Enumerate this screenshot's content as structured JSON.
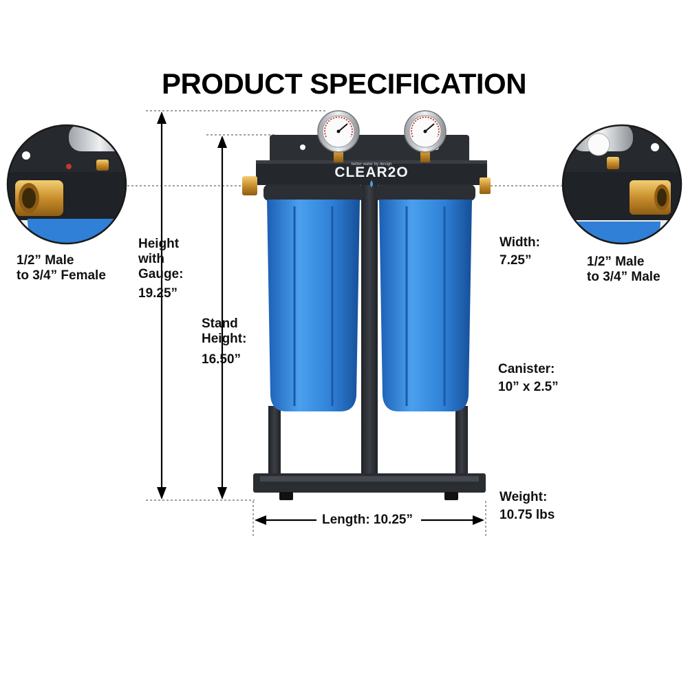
{
  "title": "PRODUCT SPECIFICATION",
  "brand": {
    "logo_text": "CLEAR2O",
    "tagline": "better water by design"
  },
  "specs": {
    "height_with_gauge": {
      "lines": [
        "Height",
        "with",
        "Gauge:",
        "19.25”"
      ]
    },
    "stand_height": {
      "lines": [
        "Stand",
        "Height:",
        "16.50”"
      ]
    },
    "width": {
      "lines": [
        "Width:",
        "7.25”"
      ]
    },
    "canister": {
      "lines": [
        "Canister:",
        "10” x 2.5”"
      ]
    },
    "weight": {
      "lines": [
        "Weight:",
        "10.75 lbs"
      ]
    },
    "length": {
      "text": "Length: 10.25”"
    }
  },
  "fittings": {
    "inlet": {
      "lines": [
        "1/2” Male",
        "to 3/4” Female"
      ]
    },
    "outlet": {
      "lines": [
        "1/2” Male",
        "to 3/4” Male"
      ]
    }
  },
  "colors": {
    "canister_blue": "#2f80d6",
    "frame_dark": "#2a2d31",
    "brass": "#d9a441"
  },
  "icons": [
    "pressure-gauge-icon",
    "brass-fitting-icon",
    "dimension-arrow-icon"
  ]
}
